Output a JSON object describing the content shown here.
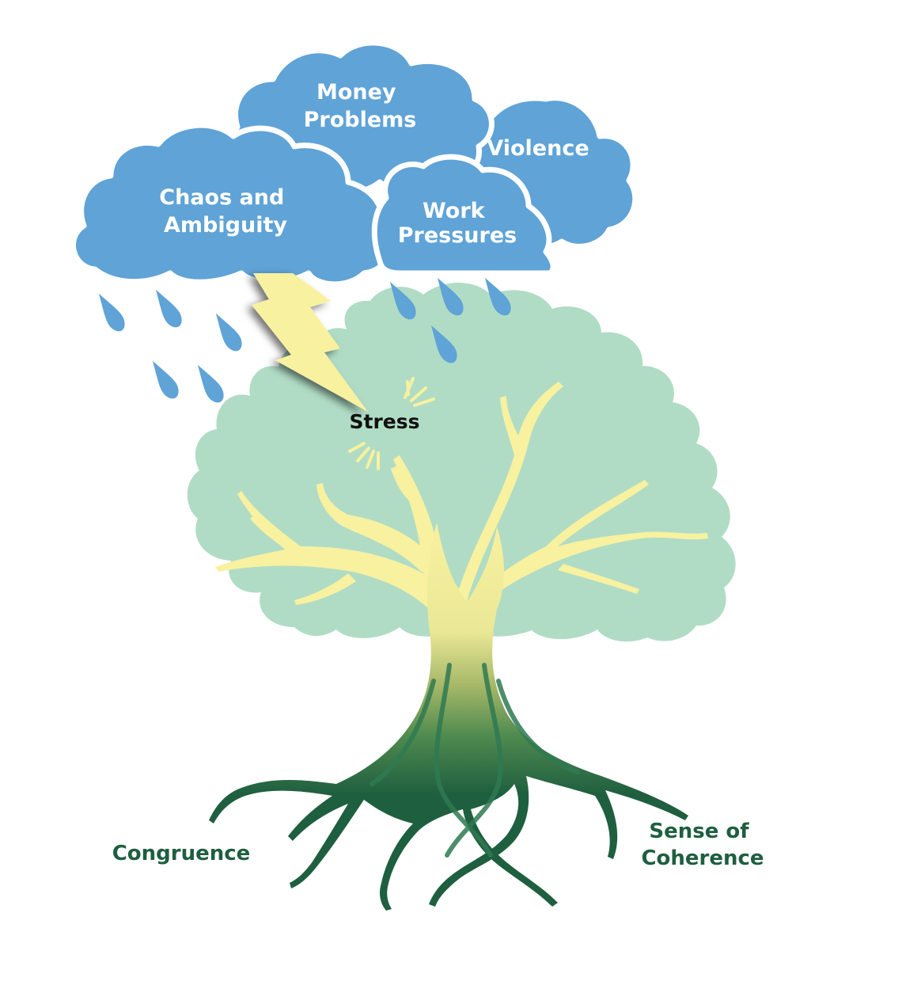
{
  "diagram": {
    "stressors": [
      {
        "id": "money",
        "lines": [
          "Money",
          "Problems"
        ]
      },
      {
        "id": "violence",
        "lines": [
          "Violence"
        ]
      },
      {
        "id": "chaos",
        "lines": [
          "Chaos and",
          "Ambiguity"
        ]
      },
      {
        "id": "work",
        "lines": [
          "Work",
          "Pressures"
        ]
      }
    ],
    "impact_label": "Stress",
    "resources": [
      {
        "id": "congruence",
        "lines": [
          "Congruence"
        ]
      },
      {
        "id": "coherence",
        "lines": [
          "Sense of",
          "Coherence"
        ]
      }
    ],
    "colors": {
      "cloud": "#5fa3d7",
      "cloud_outline": "#ffffff",
      "rain": "#5fa3d7",
      "foliage": "#b0dcc5",
      "branches": "#f8f1a0",
      "trunk_dark": "#1e5f3f",
      "lightning": "#f8f1a0",
      "stress_text": "#111111",
      "root_text": "#1f5e40"
    },
    "icons": [
      "cloud-icon",
      "raindrop-icon",
      "lightning-bolt-icon",
      "tree-icon",
      "impact-burst-icon"
    ]
  }
}
